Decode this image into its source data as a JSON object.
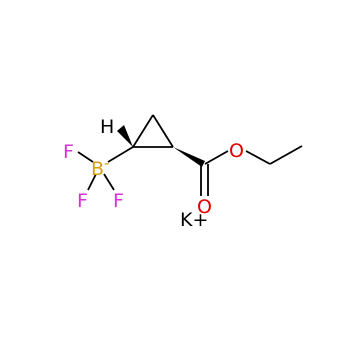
{
  "molecule": {
    "atoms": {
      "H": "H",
      "F_top": "F",
      "B": "B",
      "B_charge": "-",
      "F_bottom_left": "F",
      "F_bottom_right": "F",
      "O_ester": "O",
      "O_carbonyl": "O",
      "K": "K+"
    }
  },
  "colors": {
    "bond": "#000000",
    "boron": "#d4a017",
    "fluorine": "#d633d6",
    "oxygen": "#e00000",
    "potassium": "#000000",
    "hydrogen": "#000000"
  }
}
